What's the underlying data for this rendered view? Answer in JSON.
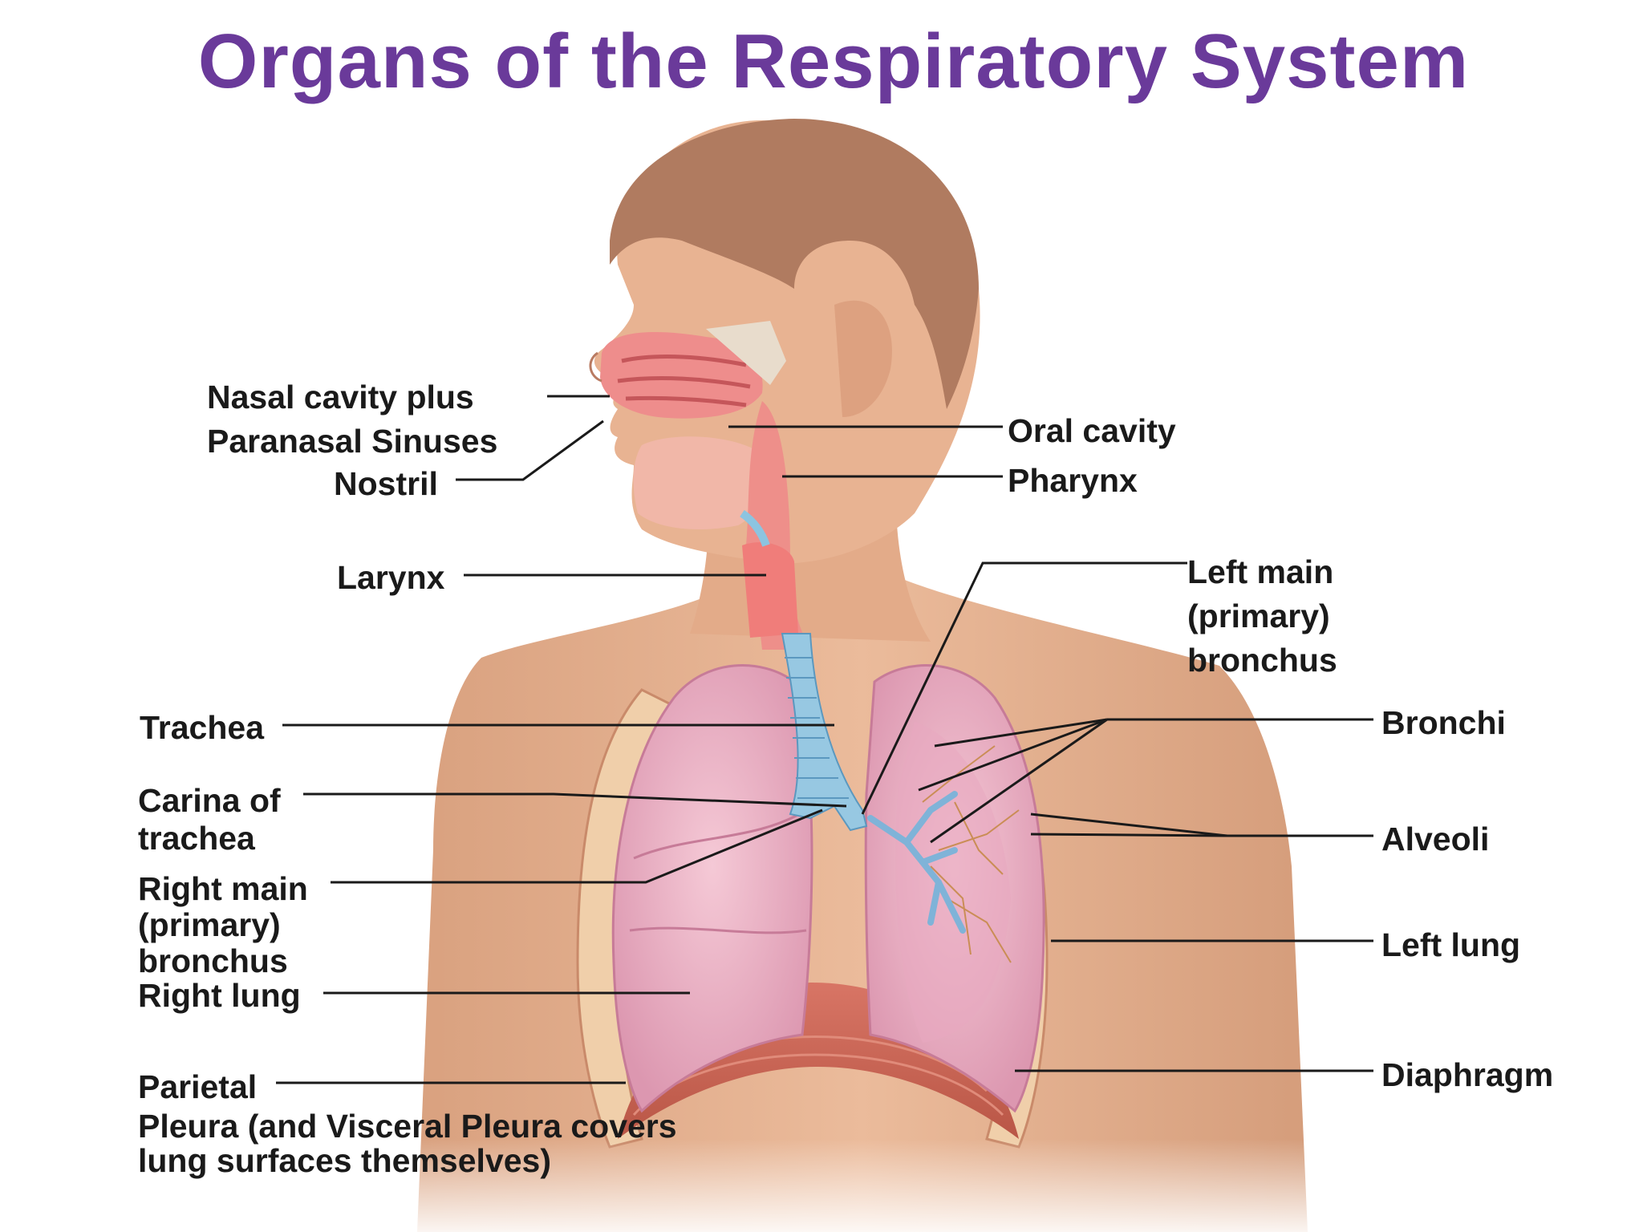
{
  "title": "Organs of the Respiratory System",
  "colors": {
    "title": "#6a3a9a",
    "skin": "#e6b08e",
    "hair": "#b07d62",
    "lung": "#eeb7c9",
    "trachea": "#97c8e2",
    "airway": "#ef8b86",
    "diaphragm": "#c7665a"
  },
  "labels": {
    "nasal_cavity_1": "Nasal cavity plus",
    "nasal_cavity_2": "Paranasal Sinuses",
    "nostril": "Nostril",
    "larynx": "Larynx",
    "trachea": "Trachea",
    "carina_1": "Carina of",
    "carina_2": "trachea",
    "right_main_1": "Right main",
    "right_main_2": "(primary)",
    "right_main_3": "bronchus",
    "right_lung": "Right lung",
    "parietal_1": "Parietal",
    "parietal_2": "Pleura (and Visceral Pleura covers",
    "parietal_3": "lung surfaces themselves)",
    "oral_cavity": "Oral cavity",
    "pharynx": "Pharynx",
    "left_main_1": "Left main",
    "left_main_2": "(primary)",
    "left_main_3": "bronchus",
    "bronchi": "Bronchi",
    "alveoli": "Alveoli",
    "left_lung": "Left lung",
    "diaphragm": "Diaphragm"
  }
}
